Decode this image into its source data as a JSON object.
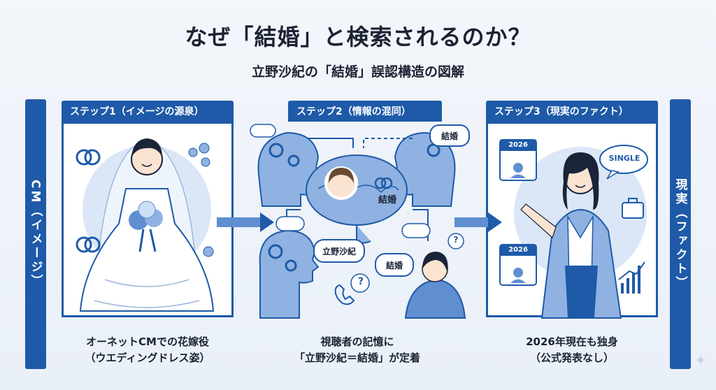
{
  "header": {
    "title": "なぜ「結婚」と検索されるのか？",
    "subtitle": "立野沙紀の「結婚」誤認構造の図解"
  },
  "side_labels": {
    "left": "CM（イメージ）",
    "right": "現実（ファクト）"
  },
  "steps": [
    {
      "label": "ステップ1（イメージの源泉）",
      "caption_line1": "オーネットCMでの花嫁役",
      "caption_line2": "（ウエディングドレス姿）"
    },
    {
      "label": "ステップ2（情報の混同）",
      "caption_line1": "視聴者の記憶に",
      "caption_line2": "「立野沙紀＝結婚」が定着"
    },
    {
      "label": "ステップ3（現実のファクト）",
      "caption_line1": "2026年現在も独身",
      "caption_line2": "（公式発表なし）"
    }
  ],
  "bubbles": {
    "head_top_right": "結婚",
    "brain": "結婚",
    "name": "立野沙紀",
    "woman": "結婚",
    "single": "SINGLE"
  },
  "calendar_year": "2026",
  "colors": {
    "primary": "#1e5aa8",
    "light": "#d6e4f5",
    "mid": "#5f8fd0"
  }
}
